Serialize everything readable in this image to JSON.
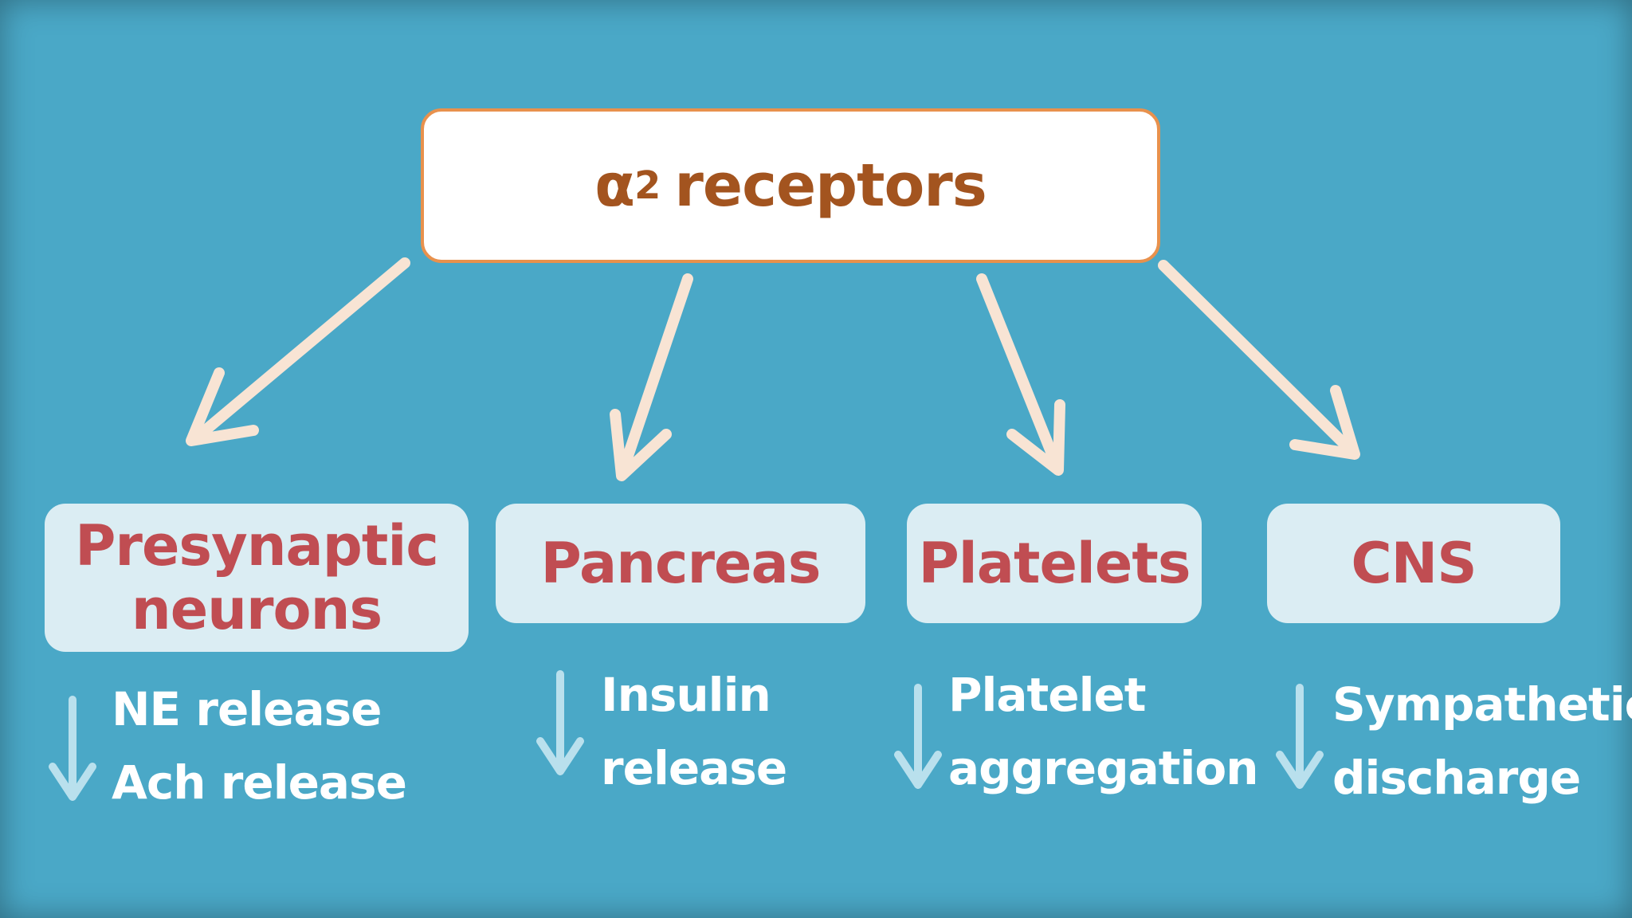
{
  "root": {
    "greek": "α",
    "subscript": "2",
    "label": "receptors"
  },
  "targets": [
    {
      "label_lines": [
        "Presynaptic",
        "neurons"
      ],
      "effects": [
        "NE release",
        "Ach release"
      ]
    },
    {
      "label_lines": [
        "Pancreas"
      ],
      "effects": [
        "Insulin",
        "release"
      ]
    },
    {
      "label_lines": [
        "Platelets"
      ],
      "effects": [
        "Platelet",
        "aggregation"
      ]
    },
    {
      "label_lines": [
        "CNS"
      ],
      "effects": [
        "Sympathetic",
        "discharge"
      ]
    }
  ],
  "colors": {
    "background": "#4aa8c7",
    "root_border": "#e8914d",
    "root_text": "#a3541f",
    "target_box": "#dbedf3",
    "target_text": "#c04d52",
    "connector_arrow": "#f8e4d4",
    "down_arrow": "#b9e0ed",
    "effect_text": "#ffffff"
  },
  "icons": {
    "connector": "arrow-icon",
    "effect_indicator": "down-arrow-icon"
  }
}
